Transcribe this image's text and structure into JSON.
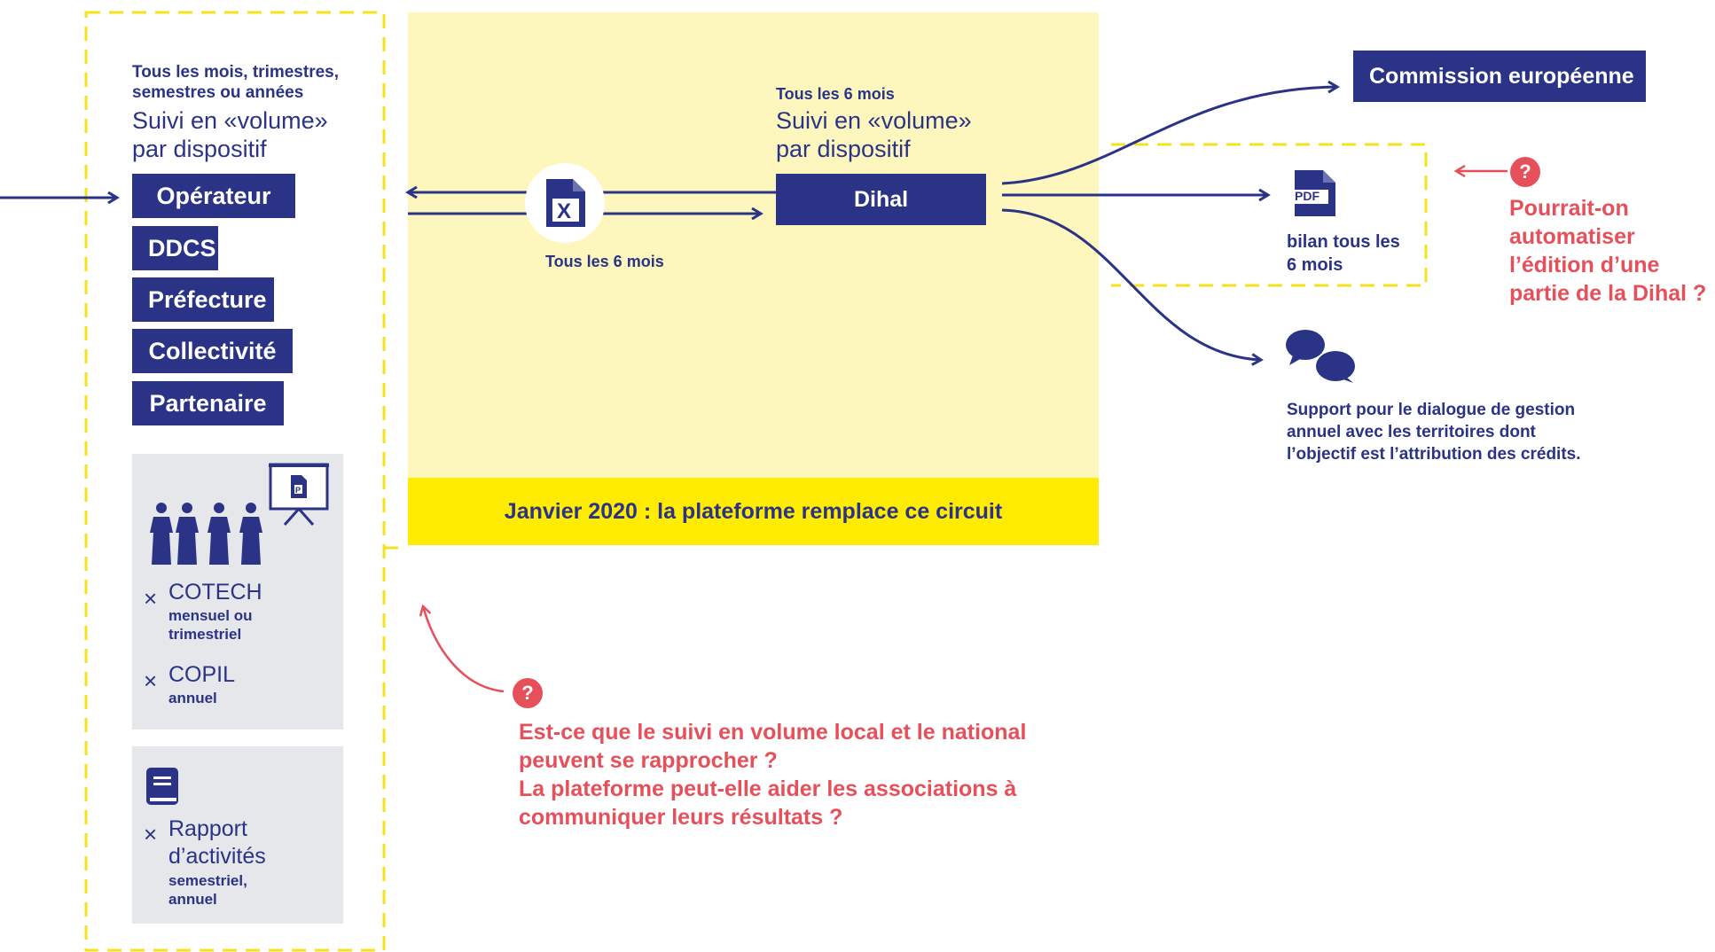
{
  "left_panel": {
    "frequency": "Tous les mois, trimestres, semestres ou années",
    "tracking_line1": "Suivi en «volume»",
    "tracking_line2": "par dispositif",
    "actors": [
      "Opérateur",
      "DDCS",
      "Préfecture",
      "Collectivité",
      "Partenaire"
    ]
  },
  "meetings": {
    "cotech_label": "COTECH",
    "cotech_freq": "mensuel ou trimestriel",
    "copil_label": "COPIL",
    "copil_freq": "annuel"
  },
  "report": {
    "label": "Rapport d’activités",
    "freq": "semestriel, annuel"
  },
  "center": {
    "excel_caption": "Tous les 6 mois",
    "dihal_freq": "Tous les 6 mois",
    "dihal_tracking_line1": "Suivi en «volume»",
    "dihal_tracking_line2": "par dispositif",
    "dihal_label": "Dihal",
    "banner": "Janvier 2020 : la plateforme remplace ce circuit"
  },
  "outputs": {
    "commission": "Commission européenne",
    "pdf_icon_text": "PDF",
    "bilan": "bilan tous les 6 mois",
    "support": "Support pour le dialogue de gestion annuel avec les territoires dont l’objectif est l’attribution des crédits."
  },
  "questions": {
    "q1_mark": "?",
    "q1": "Pourrait-on automatiser l’édition d’une partie de la Dihal ?",
    "q2_mark": "?",
    "q2_line1": "Est-ce que le suivi en volume local et le national peuvent se rapprocher ?",
    "q2_line2": "La plateforme peut-elle aider les associations à communiquer leurs résultats ?"
  },
  "colors": {
    "navy": "#2a3386",
    "yellow_bg": "#fdf7be",
    "yellow_banner": "#ffec00",
    "dash_yellow": "#f4e21d",
    "red": "#e5505a",
    "gray_box": "#e5e7ea"
  },
  "icons": [
    "excel-file-icon",
    "presentation-board-icon",
    "people-group-icon",
    "book-icon",
    "pdf-file-icon",
    "speech-bubbles-icon"
  ]
}
